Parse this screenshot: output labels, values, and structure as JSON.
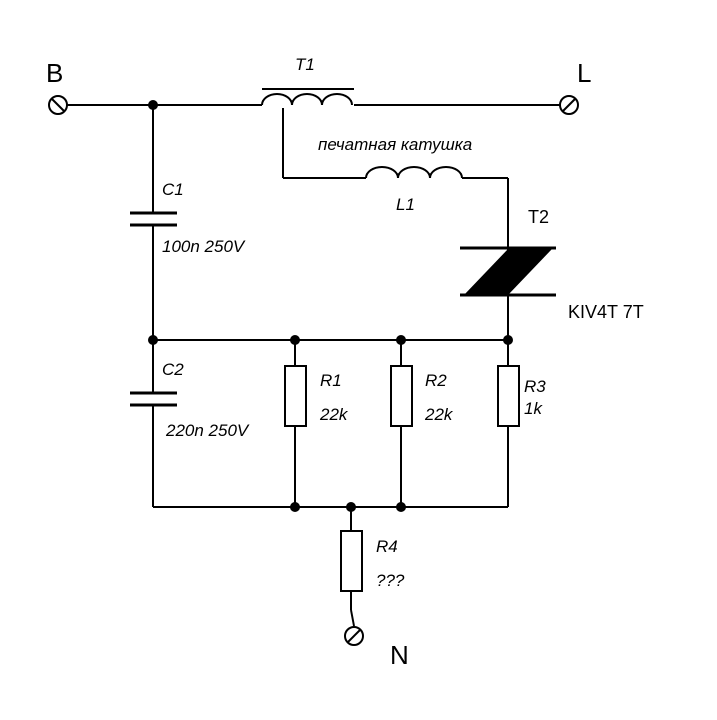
{
  "terminals": {
    "b": "B",
    "l": "L",
    "n": "N"
  },
  "t1": {
    "label": "T1"
  },
  "l1": {
    "label": "L1",
    "note": "печатная катушка"
  },
  "t2": {
    "label": "T2",
    "part": "KIV4T 7T"
  },
  "c1": {
    "label": "C1",
    "value": "100n 250V"
  },
  "c2": {
    "label": "C2",
    "value": "220n 250V"
  },
  "r1": {
    "label": "R1",
    "value": "22k"
  },
  "r2": {
    "label": "R2",
    "value": "22k"
  },
  "r3": {
    "label": "R3",
    "value": "1k"
  },
  "r4": {
    "label": "R4",
    "value": "???"
  }
}
